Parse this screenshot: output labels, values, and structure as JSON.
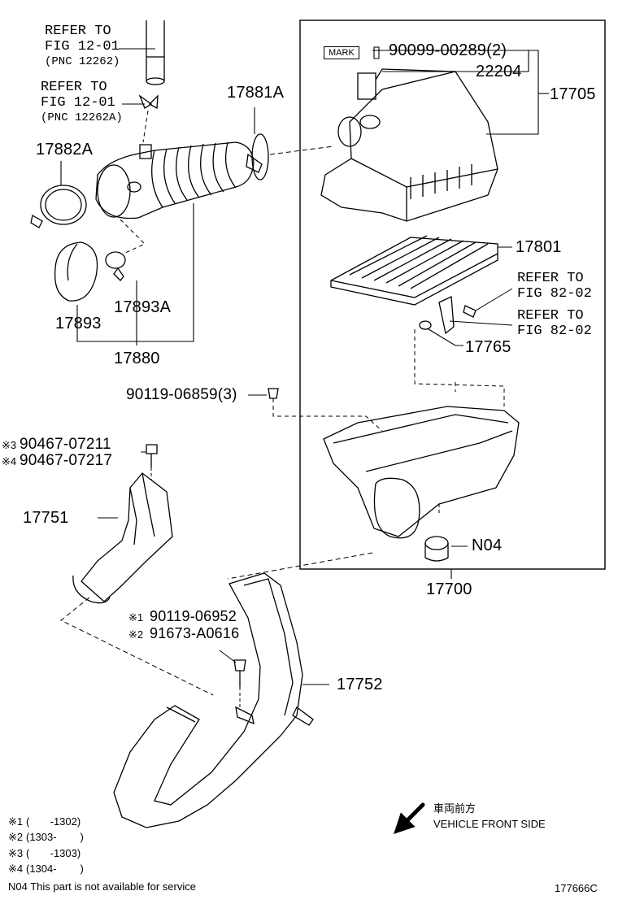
{
  "refs": {
    "ref1": {
      "line1": "REFER TO",
      "line2": "FIG 12-01",
      "line3": "(PNC 12262)"
    },
    "ref2": {
      "line1": "REFER TO",
      "line2": "FIG 12-01",
      "line3": "(PNC 12262A)"
    },
    "ref3": {
      "line1": "REFER TO",
      "line2": "FIG 82-02"
    },
    "ref4": {
      "line1": "REFER TO",
      "line2": "FIG 82-02"
    }
  },
  "parts": {
    "p17881A": "17881A",
    "p17882A": "17882A",
    "p17893": "17893",
    "p17893A": "17893A",
    "p17880": "17880",
    "p90099": "90099-00289(2)",
    "p22204": "22204",
    "p17705": "17705",
    "p17801": "17801",
    "p17765": "17765",
    "p90119_06859": "90119-06859(3)",
    "p90467_07211": "90467-07211",
    "p90467_07217": "90467-07217",
    "p17751": "17751",
    "pN04": "N04",
    "p17700": "17700",
    "p90119_06952": "90119-06952",
    "p91673": "91673-A0616",
    "p17752": "17752"
  },
  "markers": {
    "m1": "※1",
    "m2": "※2",
    "m3": "※3",
    "m4": "※4"
  },
  "mark_label": "MARK",
  "direction": {
    "jp": "車両前方",
    "en": "VEHICLE FRONT SIDE"
  },
  "notes": [
    {
      "mark": "※1",
      "text": "(       -1302)"
    },
    {
      "mark": "※2",
      "text": "(1303-        )"
    },
    {
      "mark": "※3",
      "text": "(       -1303)"
    },
    {
      "mark": "※4",
      "text": "(1304-        )"
    }
  ],
  "n04_note": "N04  This part is not available for service",
  "figure_id": "177666C"
}
